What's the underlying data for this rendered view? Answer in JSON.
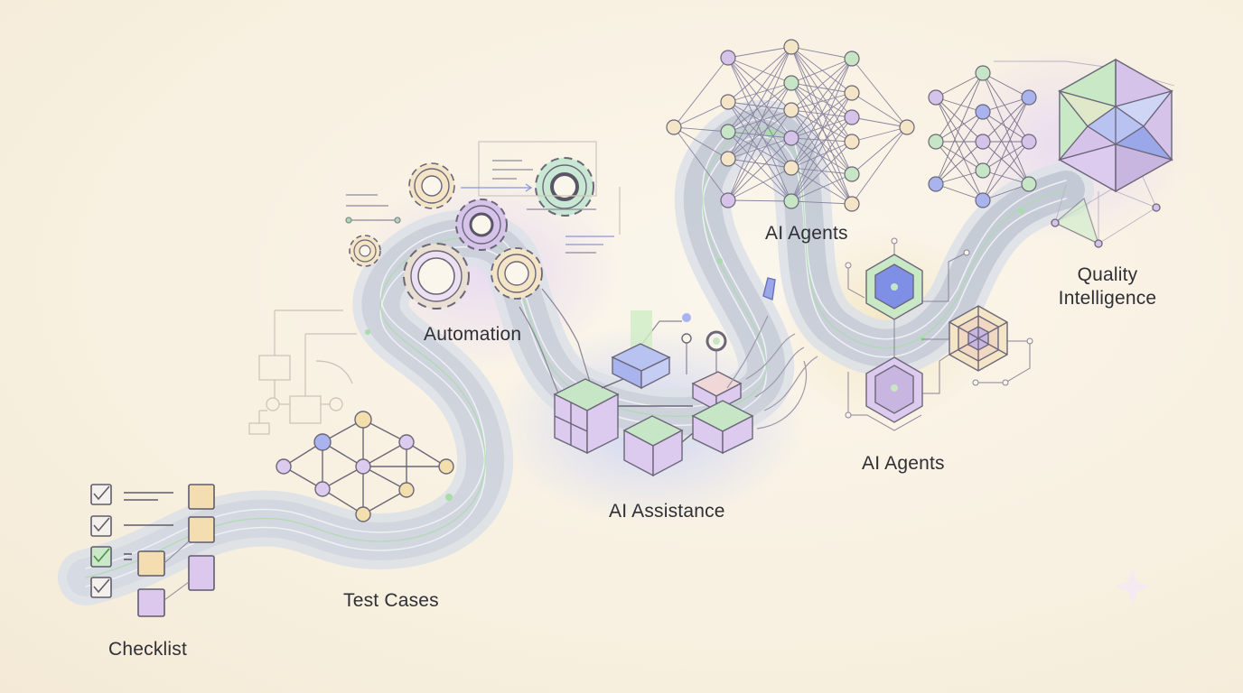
{
  "stages": {
    "checklist": "Checklist",
    "test_cases": "Test Cases",
    "automation": "Automation",
    "ai_assistance": "AI Assistance",
    "ai_agents_lower": "AI Agents",
    "ai_agents_upper": "AI Agents",
    "quality_line1": "Quality",
    "quality_line2": "Intelligence"
  },
  "colors": {
    "background": "#f9f3e6",
    "path": "#c9ced8",
    "path_edge": "#a9aebb",
    "line": "#7a7488",
    "purple": "#c9b6e0",
    "green": "#c6e6c6",
    "blue": "#9aa7e8",
    "yellow": "#f3dfae",
    "beige": "#e8d2ac"
  },
  "icons": [
    "checkbox-icon",
    "gear-icon",
    "network-icon",
    "cube-icon",
    "hexagon-icon",
    "polyhedron-icon"
  ]
}
